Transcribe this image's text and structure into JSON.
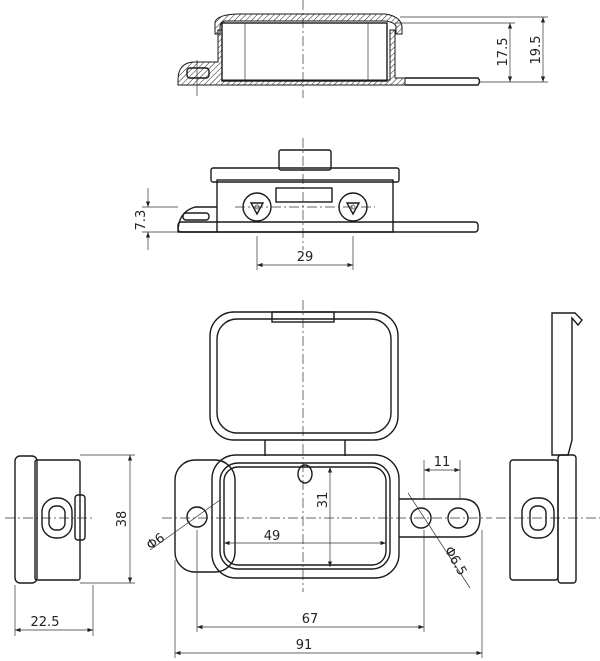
{
  "drawing": {
    "line_color": "#1a1a1a",
    "background": "#ffffff",
    "dimensions": {
      "height_inner": "17.5",
      "height_total": "19.5",
      "screw_height": "7.3",
      "screw_spacing": "29",
      "hole_dia_left": "Φ6",
      "inner_width": "49",
      "inner_depth": "31",
      "hole_spacing_right": "11",
      "hole_dia_right": "Φ6.5",
      "mount_spacing": "67",
      "overall_length": "91",
      "body_height": "38",
      "side_depth": "22.5"
    }
  }
}
